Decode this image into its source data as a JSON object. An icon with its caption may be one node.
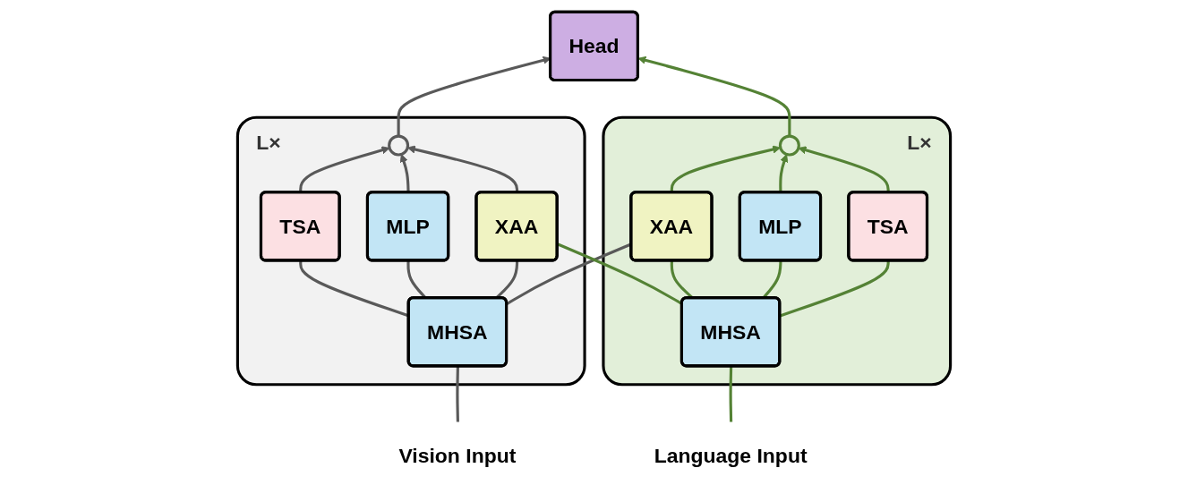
{
  "diagram": {
    "nodes": [
      {
        "text": [
          "Head"
        ]
      },
      {
        "text": [
          "L×"
        ]
      },
      {
        "text": [],
        "shape": "circle",
        "in": 1
      },
      {
        "text": [
          "TSA"
        ],
        "in": 1
      },
      {
        "text": [
          "MLP"
        ],
        "in": 1
      },
      {
        "text": [
          "XAA"
        ],
        "in": 1
      },
      {
        "text": [
          "MHSA"
        ],
        "in": 1
      },
      {
        "text": [
          "L×"
        ]
      },
      {
        "text": [],
        "shape": "circle",
        "in": 7
      },
      {
        "text": [
          "XAA"
        ],
        "in": 7
      },
      {
        "text": [
          "MLP"
        ],
        "in": 7
      },
      {
        "text": [
          "TSA"
        ],
        "in": 7
      },
      {
        "text": [
          "MHSA"
        ],
        "in": 7
      },
      {
        "text": [
          "Vision Input"
        ]
      },
      {
        "text": [
          "Language Input"
        ]
      }
    ],
    "edges": [
      {
        "from": 13,
        "to": 6,
        "arrow": "none",
        "color": "#595959"
      },
      {
        "from": 6,
        "to": 3,
        "arrow": "none",
        "color": "#595959"
      },
      {
        "from": 6,
        "to": 4,
        "arrow": "none",
        "color": "#595959"
      },
      {
        "from": 6,
        "to": 5,
        "arrow": "none",
        "color": "#595959"
      },
      {
        "from": 6,
        "to": 9,
        "arrow": "none",
        "color": "#595959"
      },
      {
        "from": 3,
        "to": 2,
        "arrow": "to",
        "color": "#595959"
      },
      {
        "from": 4,
        "to": 2,
        "arrow": "to",
        "color": "#595959"
      },
      {
        "from": 5,
        "to": 2,
        "arrow": "to",
        "color": "#595959"
      },
      {
        "from": 2,
        "to": 0,
        "arrow": "to",
        "color": "#595959"
      },
      {
        "from": 14,
        "to": 12,
        "arrow": "none",
        "color": "#548235"
      },
      {
        "from": 12,
        "to": 9,
        "arrow": "none",
        "color": "#548235"
      },
      {
        "from": 12,
        "to": 10,
        "arrow": "none",
        "color": "#548235"
      },
      {
        "from": 12,
        "to": 11,
        "arrow": "none",
        "color": "#548235"
      },
      {
        "from": 12,
        "to": 5,
        "arrow": "none",
        "color": "#548235"
      },
      {
        "from": 9,
        "to": 8,
        "arrow": "to",
        "color": "#548235"
      },
      {
        "from": 10,
        "to": 8,
        "arrow": "to",
        "color": "#548235"
      },
      {
        "from": 11,
        "to": 8,
        "arrow": "to",
        "color": "#548235"
      },
      {
        "from": 8,
        "to": 0,
        "arrow": "to",
        "color": "#548235"
      }
    ]
  }
}
